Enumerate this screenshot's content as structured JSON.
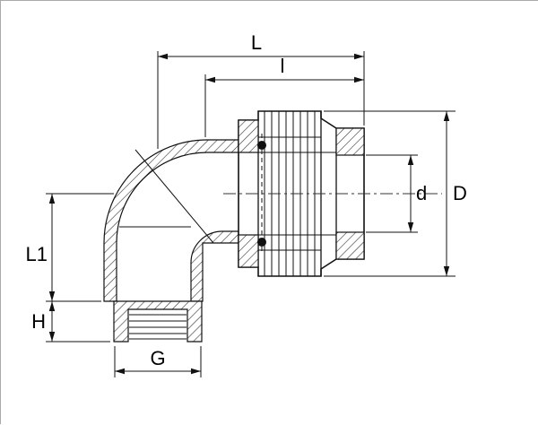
{
  "colors": {
    "ink": "#111111",
    "background": "#ffffff",
    "hatch": "#333333"
  },
  "drawing": {
    "labels": {
      "L": "L",
      "l": "l",
      "D": "D",
      "d": "d",
      "L1": "L1",
      "H": "H",
      "G": "G"
    }
  }
}
